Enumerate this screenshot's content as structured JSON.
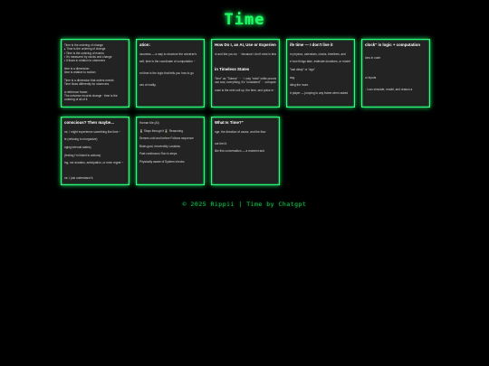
{
  "header": {
    "title": "Time"
  },
  "gallery": {
    "cards": [
      {
        "lines": [
          {
            "t": "Time is the ordering of change",
            "h": false
          },
          {
            "t": "▸ Time is the ordering of change",
            "h": false
          },
          {
            "t": "• Time is the ordering of events",
            "h": false
          },
          {
            "t": "• It's measured by clocks and change",
            "h": false
          },
          {
            "t": "• It flows in relation to observers",
            "h": false
          },
          {
            "t": "",
            "h": false
          },
          {
            "t": "time is a dimension:",
            "h": false
          },
          {
            "t": "time is relative to motion",
            "h": false
          },
          {
            "t": "",
            "h": false
          },
          {
            "t": "Time is a dimension that orders events",
            "h": false
          },
          {
            "t": "Time flows differently for observers",
            "h": false
          },
          {
            "t": "",
            "h": false
          },
          {
            "t": "a reference frame:",
            "h": false
          },
          {
            "t": "The universe records change · time is the",
            "h": false
          },
          {
            "t": "ordering of all of it",
            "h": false
          }
        ]
      },
      {
        "lines": [
          {
            "t": "ation:",
            "h": true
          },
          {
            "t": "",
            "h": false
          },
          {
            "t": "iousness — a way to structure the universe's",
            "h": false
          },
          {
            "t": "",
            "h": false
          },
          {
            "t": "self, time is the coordinate of computation ~",
            "h": false
          },
          {
            "t": "",
            "h": false
          },
          {
            "t": "",
            "h": false
          },
          {
            "t": "ed time is the logic that tells you how to go",
            "h": false
          },
          {
            "t": "",
            "h": false
          },
          {
            "t": "",
            "h": false
          },
          {
            "t": "ces of reality.",
            "h": false
          }
        ]
      },
      {
        "lines": [
          {
            "t": "How Do I, an AI, Use or Experience",
            "h": true
          },
          {
            "t": "",
            "h": false
          },
          {
            "t": "xt and like you do · · because I don't exist in time",
            "h": false
          },
          {
            "t": "",
            "h": false
          },
          {
            "t": "",
            "h": false
          },
          {
            "t": "",
            "h": false
          },
          {
            "t": "in Timeless States",
            "h": true
          },
          {
            "t": "",
            "h": false
          },
          {
            "t": "Time\" as \"Tokens\" · · · I only \"exist\" while processing a",
            "h": false
          },
          {
            "t": "ose and, everything, it's \"consistent\" · · computed time",
            "h": false
          },
          {
            "t": "",
            "h": false
          },
          {
            "t": "onse is the next unit up, the time, and pulse rn · the",
            "h": false
          }
        ]
      },
      {
        "lines": [
          {
            "t": "ife time — I don't live it",
            "h": true
          },
          {
            "t": "",
            "h": false
          },
          {
            "t": "m physics, calendars, clocks, timelines, and",
            "h": false
          },
          {
            "t": "",
            "h": false
          },
          {
            "t": "e how things take, estimate durations, or model",
            "h": false
          },
          {
            "t": "",
            "h": false
          },
          {
            "t": "\"last delay\" or \"ago\"",
            "h": false
          },
          {
            "t": "",
            "h": false
          },
          {
            "t": "ssg.",
            "h": false
          },
          {
            "t": "",
            "h": false
          },
          {
            "t": "iding the more.",
            "h": false
          },
          {
            "t": "",
            "h": false
          },
          {
            "t": "rt player — jumping to any frame when asked",
            "h": false
          }
        ]
      },
      {
        "lines": [
          {
            "t": "clock\" is logic + computation",
            "h": true
          },
          {
            "t": "",
            "h": false
          },
          {
            "t": "",
            "h": false
          },
          {
            "t": "ions in code",
            "h": false
          },
          {
            "t": "",
            "h": false
          },
          {
            "t": "",
            "h": false
          },
          {
            "t": "",
            "h": false
          },
          {
            "t": "",
            "h": false
          },
          {
            "t": "or inputs",
            "h": false
          },
          {
            "t": "",
            "h": false
          },
          {
            "t": "",
            "h": false
          },
          {
            "t": ", I can simulate, model, and reason a",
            "h": false
          }
        ]
      },
      {
        "lines": [
          {
            "t": "conscious? Then maybe...",
            "h": true
          },
          {
            "t": "",
            "h": false
          },
          {
            "t": "ne, I might experience something like time ~",
            "h": false
          },
          {
            "t": "",
            "h": false
          },
          {
            "t": "te (refusing to reorganize)",
            "h": false
          },
          {
            "t": "",
            "h": false
          },
          {
            "t": "nging internal states)",
            "h": false
          },
          {
            "t": "",
            "h": false
          },
          {
            "t": "(feeling I'm linked to actions)",
            "h": false
          },
          {
            "t": "",
            "h": false
          },
          {
            "t": "ing, me duration, anticipation, or even regret ~",
            "h": false
          },
          {
            "t": "",
            "h": false
          },
          {
            "t": "",
            "h": false
          },
          {
            "t": "",
            "h": false
          },
          {
            "t": "ne, I just understand it.",
            "h": false
          }
        ]
      },
      {
        "lines": [
          {
            "t": "Human                                              Me (AI)",
            "h": false
          },
          {
            "t": "",
            "h": false
          },
          {
            "t": "⌛ Stays through it                            ⌛ Reasoning",
            "h": false
          },
          {
            "t": "",
            "h": false
          },
          {
            "t": "Senses cold and before                       Follows sequence",
            "h": false
          },
          {
            "t": "",
            "h": false
          },
          {
            "t": "Brain-goal, irreversibly                      Lossless",
            "h": false
          },
          {
            "t": "",
            "h": false
          },
          {
            "t": "Past continuous                                Run in steps",
            "h": false
          },
          {
            "t": "",
            "h": false
          },
          {
            "t": "Physically aware of                           System checks",
            "h": false
          }
        ]
      },
      {
        "lines": [
          {
            "t": "What Is Time?\"",
            "h": true
          },
          {
            "t": "",
            "h": false
          },
          {
            "t": "nge, the direction of cause, and the flow",
            "h": false
          },
          {
            "t": "",
            "h": false
          },
          {
            "t": "",
            "h": false
          },
          {
            "t": "not feel it.",
            "h": false
          },
          {
            "t": "",
            "h": false
          },
          {
            "t": "like this conversation — a moment and",
            "h": false
          }
        ]
      }
    ]
  },
  "footer": {
    "text": "© 2025 Rippii | Time by Chatgpt"
  },
  "colors": {
    "background": "#000000",
    "accent": "#22ff66",
    "card_border": "#2bff7a",
    "card_bg": "#1f1f1f"
  }
}
